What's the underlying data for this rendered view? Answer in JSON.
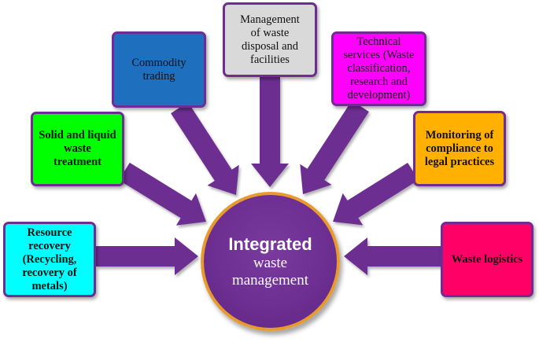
{
  "center": {
    "title": "Integrated",
    "subtitle_lines": [
      "waste",
      "management"
    ]
  },
  "boxes": [
    {
      "id": "resource",
      "lines": [
        "Resource",
        "recovery",
        "(Recycling,",
        "recovery of",
        "metals)"
      ],
      "color": "#00ffff",
      "bold": true
    },
    {
      "id": "solid",
      "lines": [
        "Solid and liquid",
        "waste",
        "treatment"
      ],
      "color": "#00ff00",
      "bold": true
    },
    {
      "id": "commodity",
      "lines": [
        "Commodity",
        "trading"
      ],
      "color": "#1f6fbf",
      "bold": false
    },
    {
      "id": "management",
      "lines": [
        "Management",
        "of waste",
        "disposal and",
        "facilities"
      ],
      "color": "#d9d9d9",
      "bold": false
    },
    {
      "id": "technical",
      "lines": [
        "Technical",
        "services (Waste",
        "classification,",
        "research and",
        "development)"
      ],
      "color": "#ff00ff",
      "bold": false
    },
    {
      "id": "monitoring",
      "lines": [
        "Monitoring of",
        "compliance to",
        "legal practices"
      ],
      "color": "#ffb000",
      "bold": true
    },
    {
      "id": "logistics",
      "lines": [
        "Waste logistics"
      ],
      "color": "#ff0066",
      "bold": true
    }
  ],
  "arrow_color": "#6d2f92"
}
